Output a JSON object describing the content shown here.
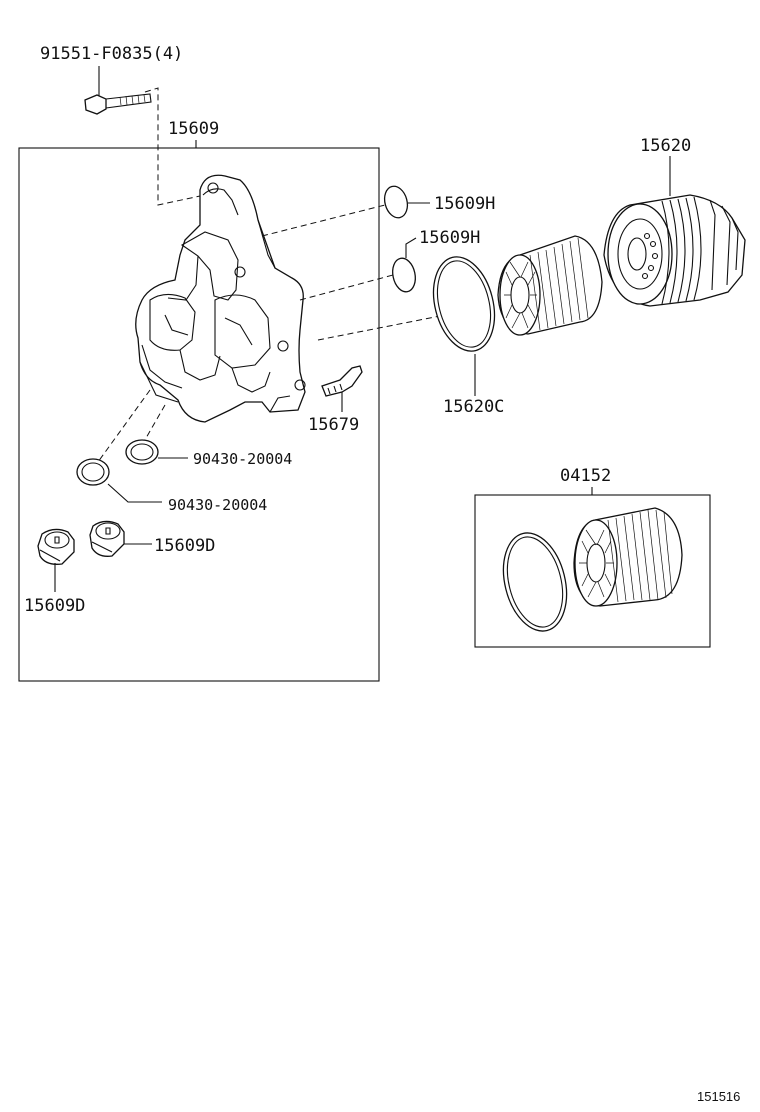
{
  "labels": {
    "bolt": "91551-F0835(4)",
    "housing": "15609",
    "oring_h_1": "15609H",
    "oring_h_2": "15609H",
    "gasket_c": "15620C",
    "cap": "15620",
    "clip": "15679",
    "washer_1": "90430-20004",
    "washer_2": "90430-20004",
    "plug_1": "15609D",
    "plug_2": "15609D",
    "element_kit": "04152"
  },
  "reference_number": "151516"
}
